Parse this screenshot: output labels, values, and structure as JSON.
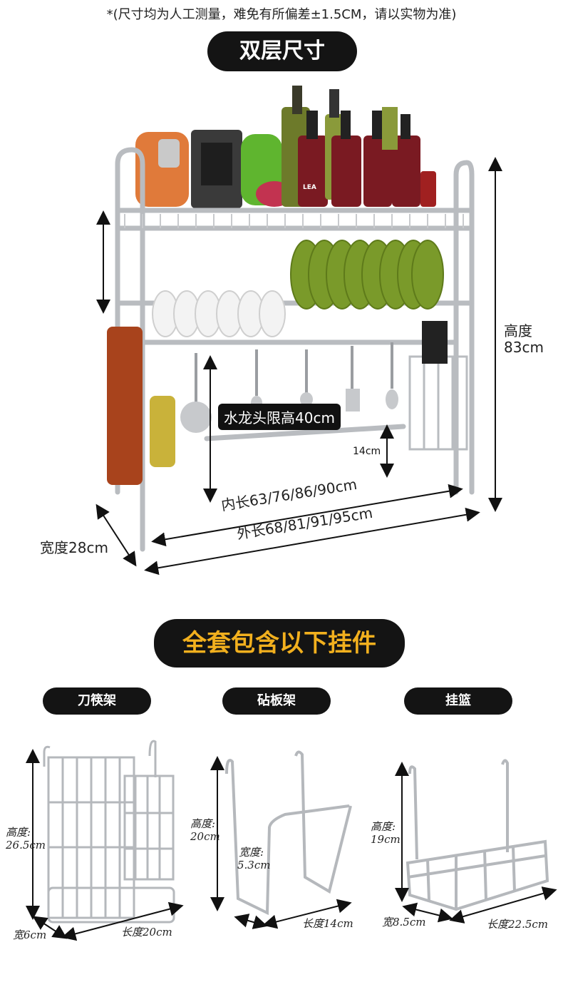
{
  "header": {
    "note": "*(尺寸均为人工测量，难免有所偏差±1.5CM，请以实物为准)",
    "section1_title": "双层尺寸",
    "section2_title": "全套包含以下挂件"
  },
  "rack": {
    "height_label": "高度",
    "height_value": "83cm",
    "faucet_label": "水龙头限高40cm",
    "gap_label": "14cm",
    "inner_length": "内长63/76/86/90cm",
    "outer_length": "外长68/81/91/95cm",
    "width": "宽度28cm",
    "bottle_label": "LEA"
  },
  "accessories": [
    {
      "name": "刀筷架",
      "height_label": "高度:",
      "height_value": "26.5cm",
      "width": "宽6cm",
      "length": "长度20cm"
    },
    {
      "name": "砧板架",
      "height_label": "高度:",
      "height_value": "20cm",
      "width_label": "宽度:",
      "width_value": "5.3cm",
      "length": "长度14cm"
    },
    {
      "name": "挂篮",
      "height_label": "高度:",
      "height_value": "19cm",
      "width": "宽8.5cm",
      "length": "长度22.5cm"
    }
  ],
  "colors": {
    "pill_bg": "#141414",
    "accent_text": "#f2b01e",
    "steel": "#b9bcc0",
    "plate_green": "#7a9a2a"
  }
}
